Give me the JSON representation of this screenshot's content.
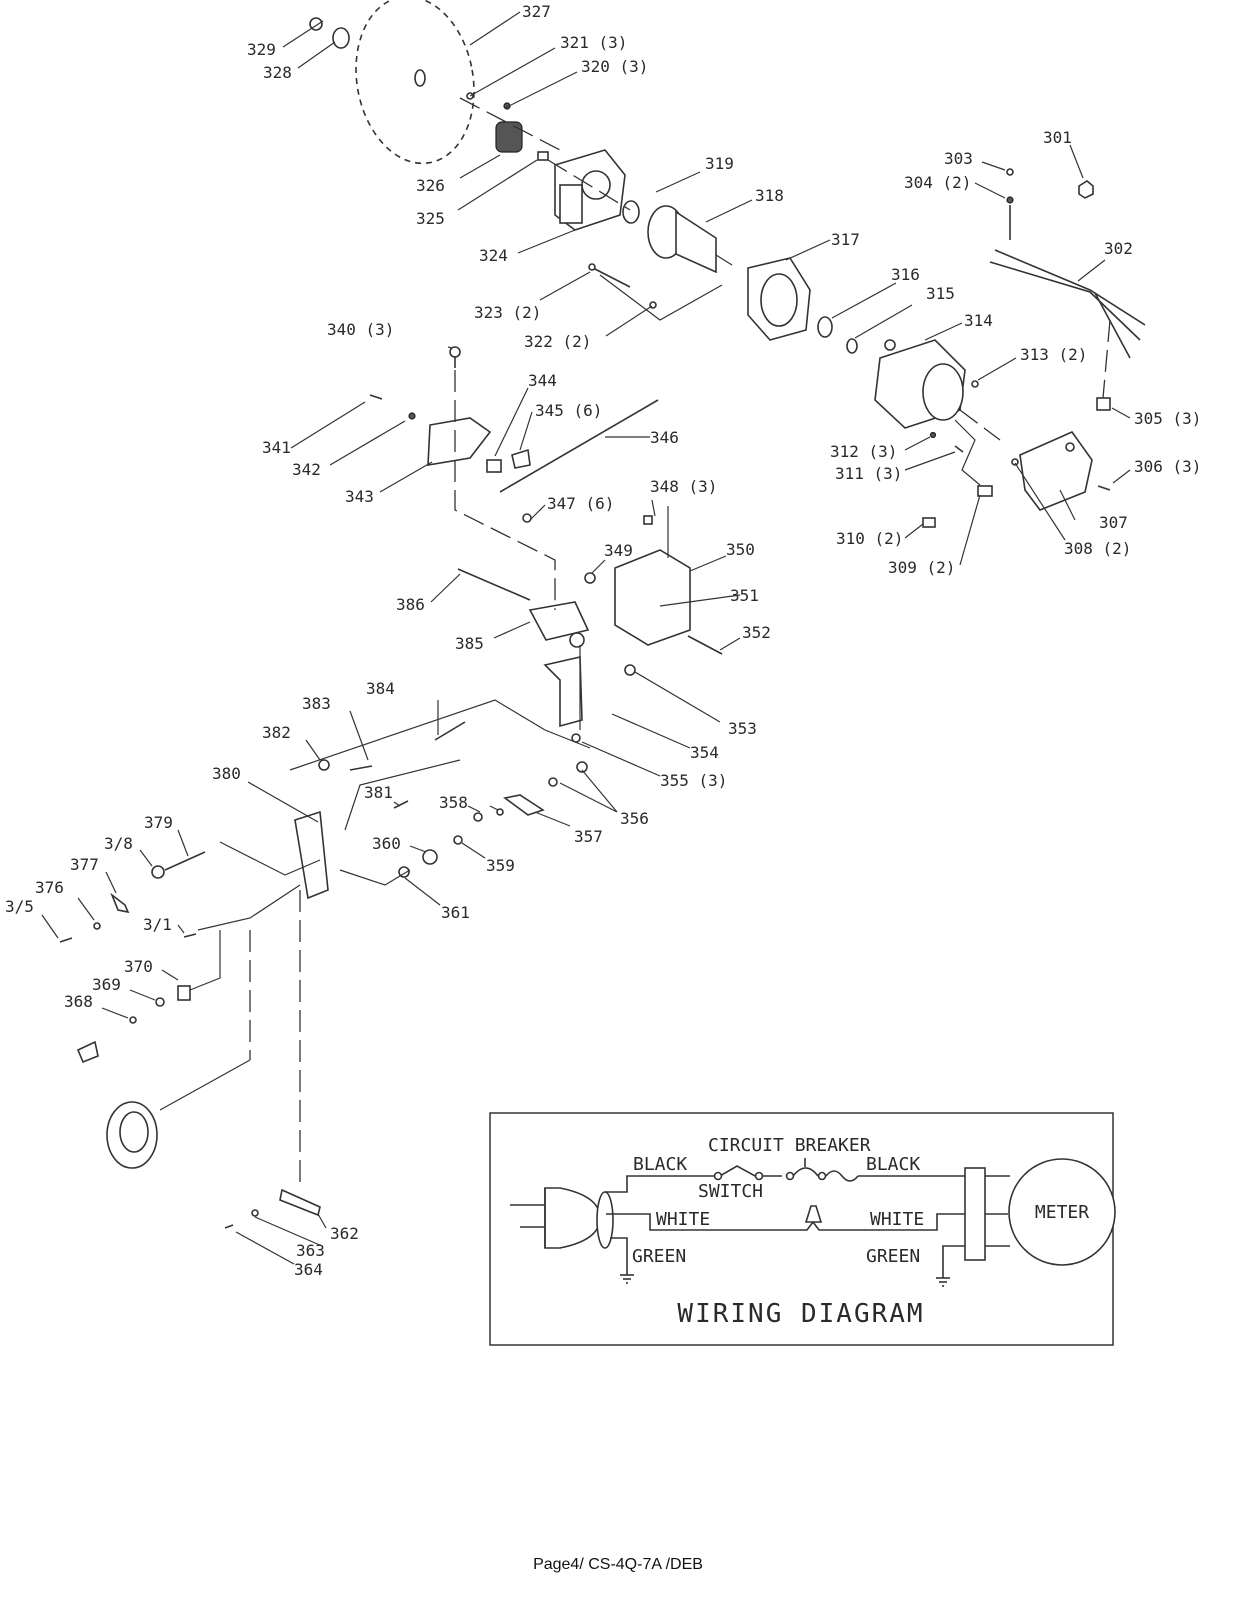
{
  "callouts": {
    "p301": "301",
    "p302": "302",
    "p303": "303",
    "p304": "304 (2)",
    "p305": "305 (3)",
    "p306": "306 (3)",
    "p307": "307",
    "p308": "308 (2)",
    "p309": "309 (2)",
    "p310": "310 (2)",
    "p311": "311 (3)",
    "p312": "312 (3)",
    "p313": "313 (2)",
    "p314": "314",
    "p315": "315",
    "p316": "316",
    "p317": "317",
    "p318": "318",
    "p319": "319",
    "p320": "320 (3)",
    "p321": "321 (3)",
    "p322": "322 (2)",
    "p323": "323 (2)",
    "p324": "324",
    "p325": "325",
    "p326": "326",
    "p327": "327",
    "p328": "328",
    "p329": "329",
    "p340": "340 (3)",
    "p341": "341",
    "p342": "342",
    "p343": "343",
    "p344": "344",
    "p345": "345 (6)",
    "p346": "346",
    "p347": "347 (6)",
    "p348": "348 (3)",
    "p349": "349",
    "p350": "350",
    "p351": "351",
    "p352": "352",
    "p353": "353",
    "p354": "354",
    "p355": "355 (3)",
    "p356": "356",
    "p357": "357",
    "p358": "358",
    "p359": "359",
    "p360": "360",
    "p361": "361",
    "p362": "362",
    "p363": "363",
    "p364": "364",
    "p368": "368",
    "p369": "369",
    "p370": "370",
    "p371": "3/1",
    "p375": "3/5",
    "p376": "376",
    "p377": "377",
    "p378": "3/8",
    "p379": "379",
    "p380": "380",
    "p381": "381",
    "p382": "382",
    "p383": "383",
    "p384": "384",
    "p385": "385",
    "p386": "386"
  },
  "wiring": {
    "title": "WIRING DIAGRAM",
    "circuit_breaker": "CIRCUIT BREAKER",
    "black_left": "BLACK",
    "switch": "SWITCH",
    "black_right": "BLACK",
    "white_left": "WHITE",
    "white_right": "WHITE",
    "green_left": "GREEN",
    "green_right": "GREEN",
    "motor": "METER"
  },
  "footer": "Page4/ CS-4Q-7A /DEB"
}
